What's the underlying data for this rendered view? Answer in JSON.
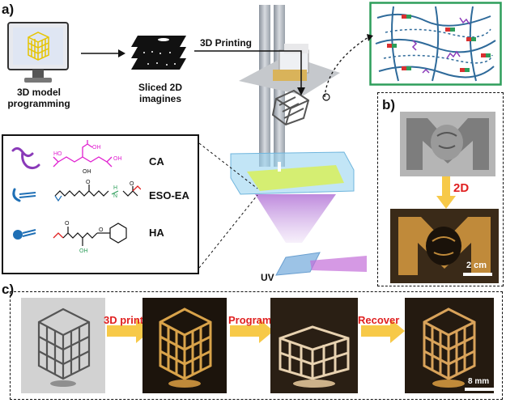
{
  "panel_a": {
    "letter": "a)",
    "model_label_line1": "3D model",
    "model_label_line2": "programming",
    "sliced_label_line1": "Sliced 2D",
    "sliced_label_line2": "imagines",
    "printing_label": "3D Printing",
    "uv_label": "UV",
    "legend": [
      {
        "name": "CA",
        "sub": "",
        "oh": "OH"
      },
      {
        "name": "ESO-EA"
      },
      {
        "name": "HA",
        "oh": "OH"
      }
    ]
  },
  "panel_b": {
    "letter": "b)",
    "arrow_label": "2D",
    "scale_label": "2 cm"
  },
  "panel_c": {
    "letter": "c)",
    "steps": [
      "3D print",
      "Program",
      "Recover"
    ],
    "scale_label": "8 mm"
  },
  "colors": {
    "arrow_yellow": "#f7c948",
    "step_red": "#e02020",
    "ca_purple": "#8a3ab9",
    "eso_blue": "#1f6fb5",
    "network_green": "#2e9e5b"
  }
}
